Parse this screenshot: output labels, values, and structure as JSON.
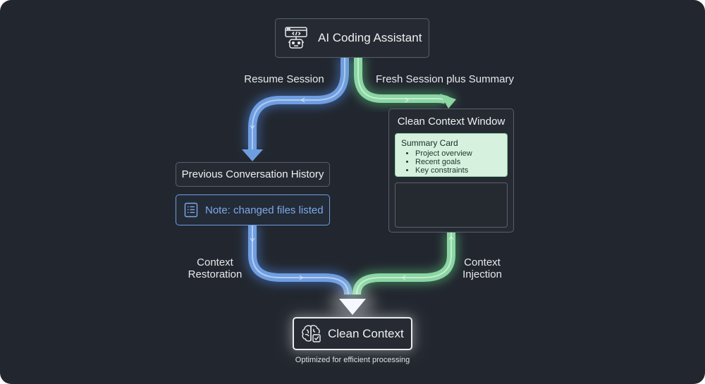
{
  "colors": {
    "background": "#22272f",
    "blue_flow": "#6f9ee0",
    "green_flow": "#8bd6a3",
    "summary_fill": "#d6f2df"
  },
  "top_node": {
    "title": "AI Coding Assistant",
    "icon": "robot-code-icon"
  },
  "branches": {
    "left_label": "Resume Session",
    "right_label": "Fresh Session plus Summary"
  },
  "history": {
    "title": "Previous Conversation History",
    "note": "Note: changed files listed",
    "note_icon": "list-icon"
  },
  "clean_window": {
    "title": "Clean Context Window",
    "summary": {
      "title": "Summary Card",
      "items": [
        "Project overview",
        "Recent goals",
        "Key constraints"
      ]
    }
  },
  "merge": {
    "left_label": [
      "Context",
      "Restoration"
    ],
    "right_label": [
      "Context",
      "Injection"
    ]
  },
  "bottom_node": {
    "title": "Clean Context",
    "caption": "Optimized for efficient processing",
    "icon": "brain-check-icon"
  }
}
